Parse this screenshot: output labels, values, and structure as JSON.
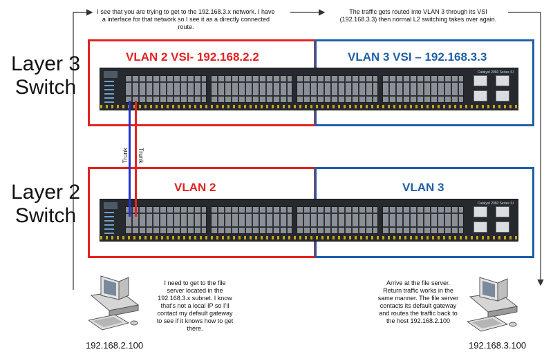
{
  "layers": {
    "l3": "Layer 3 Switch",
    "l2": "Layer 2 Switch"
  },
  "vlans": {
    "l3_left": "VLAN 2 VSI- 192.168.2.2",
    "l3_right": "VLAN 3 VSI – 192.168.3.3",
    "l2_left": "VLAN 2",
    "l2_right": "VLAN 3"
  },
  "switch_model": "Catalyst 2960 Series SI",
  "trunk_labels": [
    "Trunk",
    "Trunk"
  ],
  "notes": {
    "top_left": "I see that you are trying to get to the  192.168.3.x network. I have a interface for that network so I see it as a directly connected route.",
    "top_right": "The traffic gets routed into VLAN 3 through its VSI (192.168.3.3) then normal L2 switching takes over again.",
    "bottom_left": "I need to get to the file server located in the 192.168.3.x subnet.  I know that’s not a local IP so I’ll contact my default gateway to see if it knows how to get there.",
    "bottom_right": "Arrive at the file server. Return traffic works in the same manner.  The file server contacts its default gateway and routes the traffic back to the host 192.168.2.100"
  },
  "hosts": {
    "left_ip": "192.168.2.100",
    "right_ip": "192.168.3.100"
  },
  "colors": {
    "vlan2": "#e32222",
    "vlan3": "#1f5fa8",
    "cable_blue": "#2233cc",
    "cable_red": "#e32222"
  }
}
